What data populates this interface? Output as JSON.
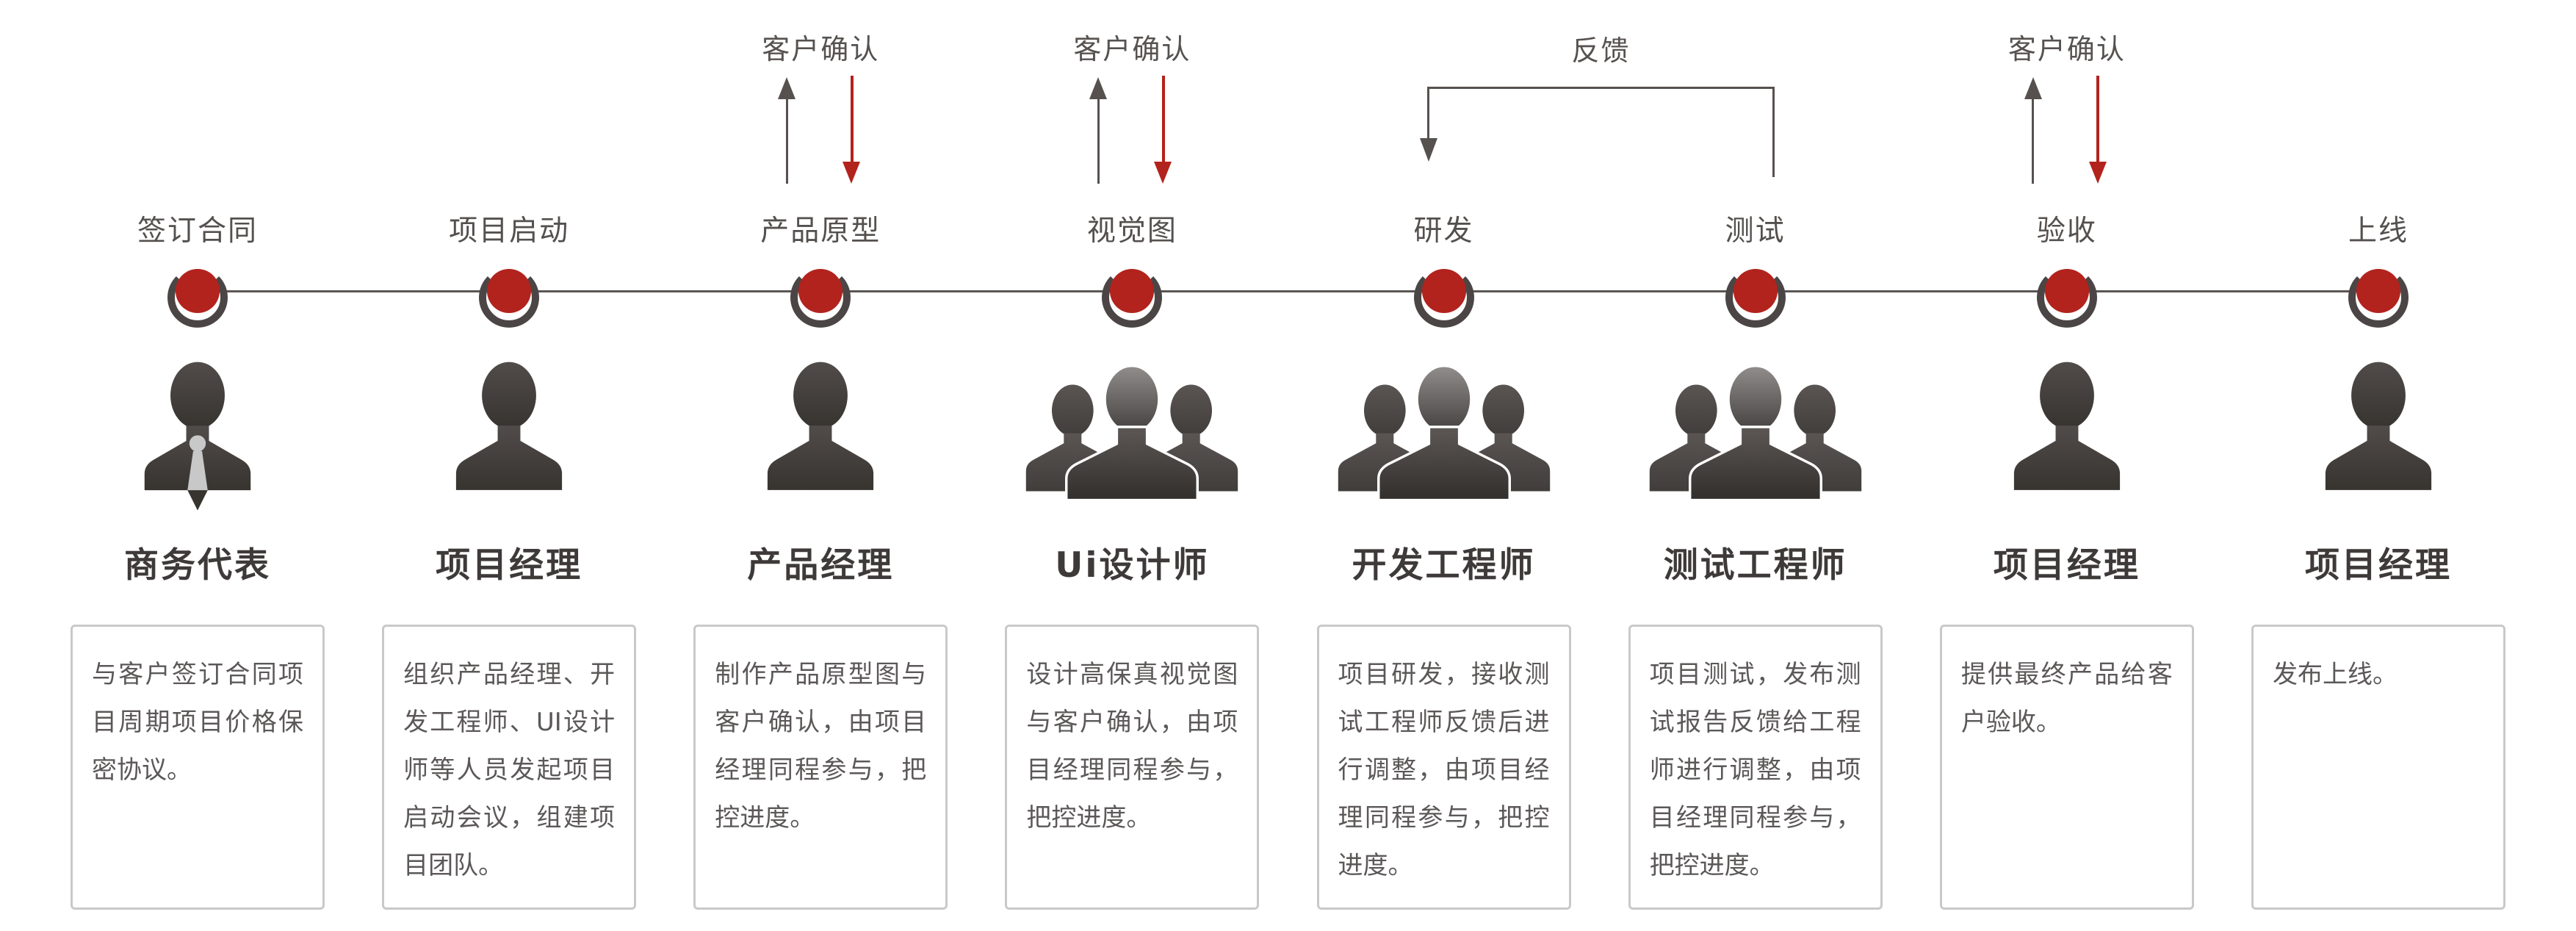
{
  "palette": {
    "accent_red": "#b2231d",
    "line_gray": "#56514f",
    "icon_dark": "#45403e",
    "icon_light": "#c8c8c8",
    "title_color": "#3e3a39",
    "label_color": "#54504e",
    "box_border": "#c9c9c9",
    "box_text": "#5c5858",
    "background": "#ffffff"
  },
  "annotations": {
    "feedback": {
      "label": "反馈"
    }
  },
  "timeline": {
    "stages": [
      {
        "label": "签订合同",
        "role": "商务代表",
        "icon": "person-tie",
        "description": "与客户签订合同项目周期项目价格保密协议。"
      },
      {
        "label": "项目启动",
        "role": "项目经理",
        "icon": "person",
        "description": "组织产品经理、开发工程师、UI设计师等人员发起项目启动会议，组建项目团队。"
      },
      {
        "label": "产品原型",
        "role": "产品经理",
        "icon": "person",
        "confirm": "客户确认",
        "description": "制作产品原型图与客户确认，由项目经理同程参与，把控进度。"
      },
      {
        "label": "视觉图",
        "role": "Ui设计师",
        "icon": "people-group",
        "confirm": "客户确认",
        "description": "设计高保真视觉图与客户确认，由项目经理同程参与，把控进度。"
      },
      {
        "label": "研发",
        "role": "开发工程师",
        "icon": "people-group",
        "description": "项目研发，接收测试工程师反馈后进行调整，由项目经理同程参与，把控进度。"
      },
      {
        "label": "测试",
        "role": "测试工程师",
        "icon": "people-group",
        "description": "项目测试，发布测试报告反馈给工程师进行调整，由项目经理同程参与，把控进度。"
      },
      {
        "label": "验收",
        "role": "项目经理",
        "icon": "person",
        "confirm": "客户确认",
        "description": "提供最终产品给客户验收。"
      },
      {
        "label": "上线",
        "role": "项目经理",
        "icon": "person",
        "description": "发布上线。"
      }
    ]
  }
}
